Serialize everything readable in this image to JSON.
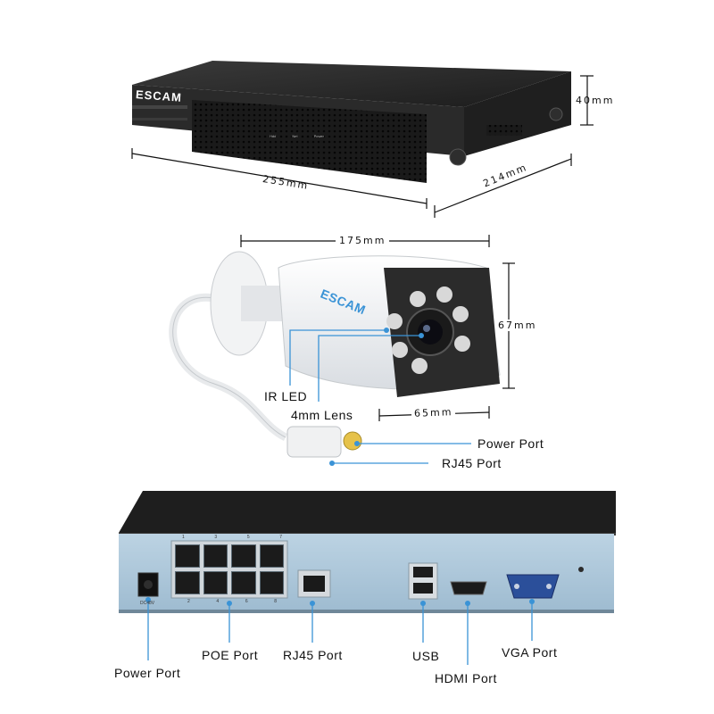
{
  "nvr_top": {
    "brand": "ESCAM",
    "front_leds": [
      "Hdd",
      "Net",
      "Power"
    ],
    "dims": {
      "height": "40mm",
      "width": "255mm",
      "depth": "214mm"
    }
  },
  "camera": {
    "brand": "ESCAM",
    "dims": {
      "length": "175mm",
      "height": "67mm",
      "front_width": "65mm"
    },
    "callouts": {
      "ir_led": "IR LED",
      "lens": "4mm Lens",
      "power_port": "Power Port",
      "rj45_port": "RJ45 Port"
    }
  },
  "nvr_rear": {
    "poe_top_numbers": [
      "1",
      "3",
      "5",
      "7"
    ],
    "poe_bottom_numbers": [
      "2",
      "4",
      "6",
      "8"
    ],
    "dc_label": "DC48V",
    "callouts": {
      "power_port": "Power Port",
      "poe_port": "POE Port",
      "rj45_port": "RJ45 Port",
      "usb": "USB",
      "hdmi_port": "HDMI Port",
      "vga_port": "VGA Port"
    }
  },
  "colors": {
    "callout_line": "#3a93d6",
    "device_dark": "#222222",
    "rear_panel": "#a9c4d8"
  }
}
